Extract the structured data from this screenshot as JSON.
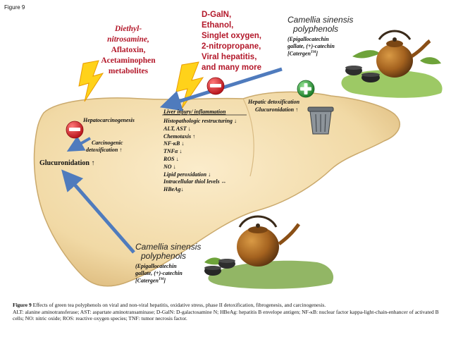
{
  "figure_label": "Figure 9",
  "drug_list": [
    "Diethyl-",
    "nitrosamine,",
    "Aflatoxin,",
    "Acetaminophen",
    "metabolites"
  ],
  "toxins": [
    "D-GalN,",
    "Ethanol,",
    "Singlet oxygen,",
    "2-nitropropane,",
    "Viral hepatitis,",
    "and many more"
  ],
  "camellia_top": {
    "title1": "Camellia sinensis",
    "title2": "polyphenols",
    "sub1": "(Epigallocatechin",
    "sub2": "gallate, (+)-catechin",
    "sub3": "[Catergen",
    "sub3_sup": "TM",
    "sub3_end": "]"
  },
  "camellia_bottom": {
    "title1": "Camellia sinensis",
    "title2": "polyphenols",
    "sub1": "(Epigallocatechin",
    "sub2": "gallate, (+)-catechin",
    "sub3": "[Catergen",
    "sub3_sup": "TM",
    "sub3_end": "]"
  },
  "hepatic": {
    "line1": "Hepatic detoxification",
    "line2": "Glucuronidation ↑"
  },
  "left_section": {
    "hepatocarcinogenesis": "Hepatocarcinogenesis",
    "carcinogenic1": "Carcinogenic",
    "carcinogenic2": "detoxification ↑",
    "glucuronidation": "Glucuronidation ↑"
  },
  "injury": {
    "title": "Liver injury/ inflammation",
    "items": [
      "Histopathologic restructuring ↓",
      "ALT, AST ↓",
      "Chemotaxis ↑",
      "NF-κB ↓",
      "TNFα ↓",
      "ROS ↓",
      "NO ↓",
      "Lipid peroxidation ↓",
      "Intracellular thiol levels ↔",
      "HBeAg↓"
    ]
  },
  "caption": {
    "label": "Figure 9",
    "text": " Effects of green tea polyphenols on viral and non-viral hepatitis, oxidative stress, phase II detoxification, fibrogenesis, and carcinogenesis.",
    "abbrev": "ALT: alanine aminotransferase; AST: aspartate aminotransaminase; D-GalN: D-galactosamine N; HBeAg: hepatitis B envelope antigen; NF-κB: nuclear factor kappa-light-chain-enhancer of activated B cells; NO: nitric oxide; ROS: reactive oxygen species; TNF: tumor necrosis factor."
  },
  "colors": {
    "liver": "#f3dfb0",
    "liver_edge": "#caa96c",
    "arrow_blue": "#4f7bbd",
    "text_red": "#b3182a",
    "bolt_yellow": "#ffd21a",
    "minus_red": "#d9262c",
    "plus_green": "#2e9e3b"
  }
}
